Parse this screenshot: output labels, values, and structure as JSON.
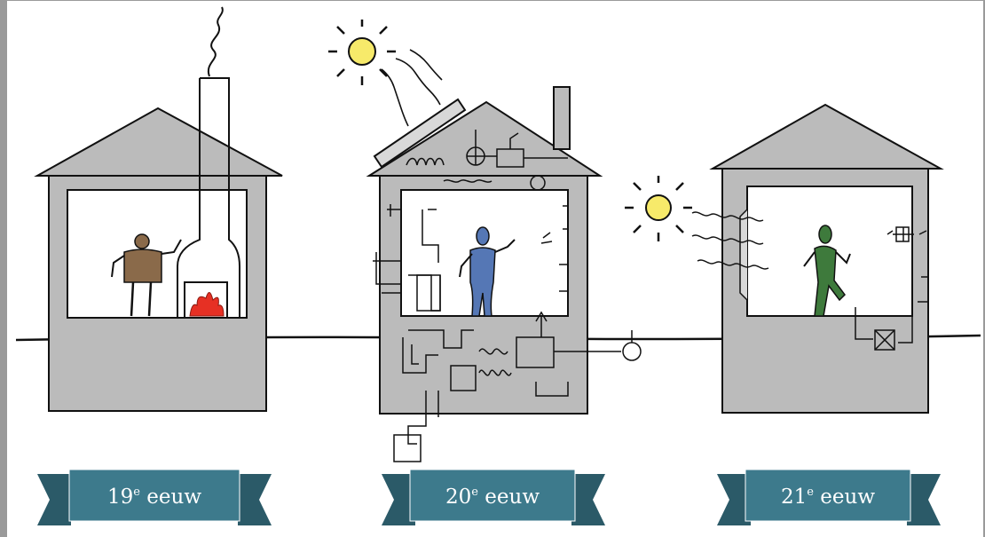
{
  "colors": {
    "house_fill": "#bbbbbb",
    "interior": "#ffffff",
    "outline": "#111111",
    "banner_main": "#3d7a8c",
    "banner_tail": "#2b5a68",
    "sun": "#f7ea6a",
    "person_19": "#8a6a4a",
    "person_20": "#5577b5",
    "person_21": "#3e7a3c",
    "fire": "#e63024"
  },
  "eras": [
    {
      "number": "19",
      "suffix": "e",
      "word": "eeuw"
    },
    {
      "number": "20",
      "suffix": "e",
      "word": "eeuw"
    },
    {
      "number": "21",
      "suffix": "e",
      "word": "eeuw"
    }
  ]
}
